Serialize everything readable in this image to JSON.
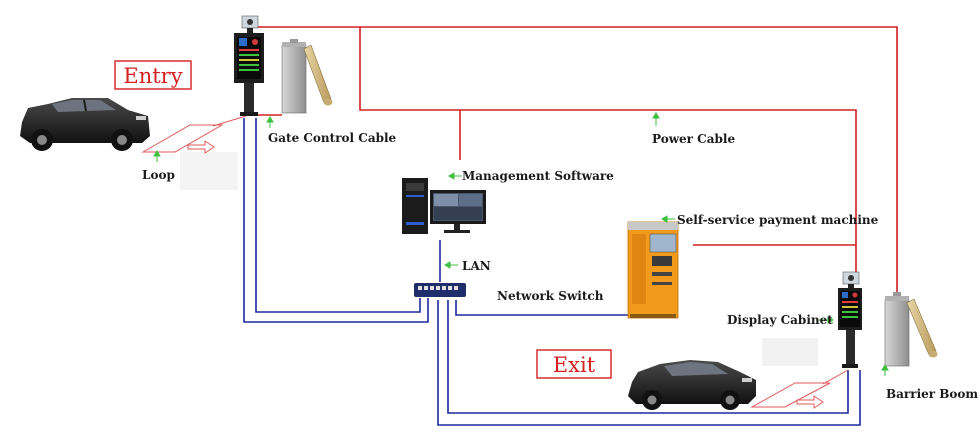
{
  "labels": {
    "entry": "Entry",
    "exit": "Exit",
    "loop": "Loop",
    "gate_control_cable": "Gate Control Cable",
    "power_cable": "Power Cable",
    "management_software": "Management Software",
    "self_service_payment": "Self-service payment machine",
    "lan": "LAN",
    "network_switch": "Network Switch",
    "display_cabinet": "Display Cabinet",
    "barrier_boom": "Barrier Boom"
  },
  "colors": {
    "power_line": "#d42020",
    "network_line": "#1c2a9e",
    "label_arrow": "#3fbf3f",
    "loop_marker": "#e05a5a",
    "kiosk_body": "#f29a1c",
    "car_body": "#1c1c1c"
  }
}
